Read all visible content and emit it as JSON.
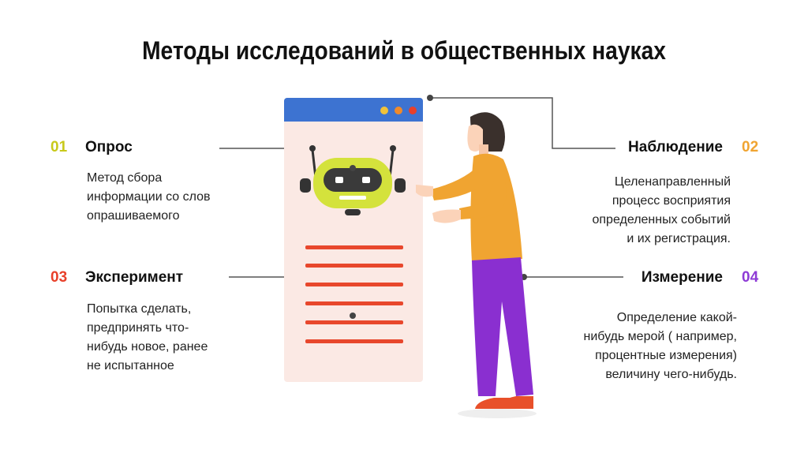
{
  "title": "Методы исследований в общественных науках",
  "methods": [
    {
      "number": "01",
      "name": "Опрос",
      "description": [
        "Метод сбора",
        "информации со слов",
        "опрашиваемого"
      ],
      "color": "#c8c91a"
    },
    {
      "number": "02",
      "name": "Наблюдение",
      "description": [
        "Целенаправленный",
        "процесс восприятия",
        "определенных событий",
        "и их регистрация."
      ],
      "color": "#f0a431"
    },
    {
      "number": "03",
      "name": "Эксперимент",
      "description": [
        "Попытка сделать,",
        "предпринять что-",
        "нибудь новое, ранее",
        "не испытанное"
      ],
      "color": "#e8402a"
    },
    {
      "number": "04",
      "name": "Измерение",
      "description": [
        "Определение какой-",
        "нибудь мерой ( например,",
        "процентные измерения)",
        "величину чего-нибудь."
      ],
      "color": "#8e3bd6"
    }
  ],
  "colors": {
    "panel_header": "#3d73d1",
    "panel_body": "#fbe9e4",
    "robot_face": "#d4e23c",
    "text_lines": "#e8472c",
    "shirt": "#f0a431",
    "pants": "#8a2fd0",
    "shoes": "#e8502a"
  }
}
